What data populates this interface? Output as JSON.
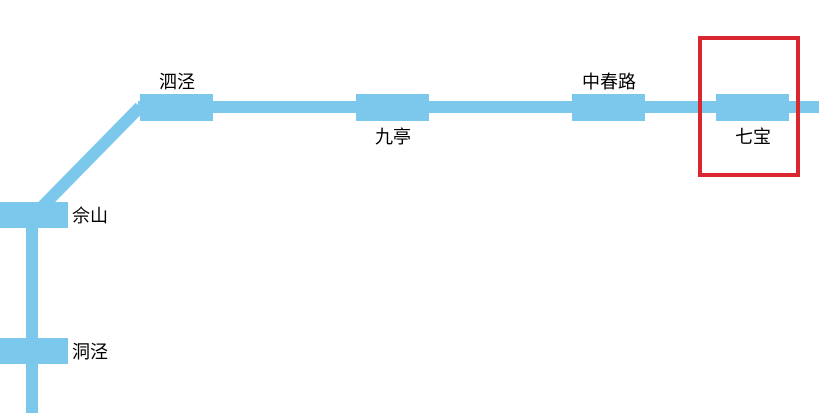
{
  "line_color": "#7cc8ec",
  "highlight_color": "#d9262f",
  "label_color": "#000000",
  "stations": [
    {
      "id": "sijing",
      "name": "泗泾"
    },
    {
      "id": "jiuting",
      "name": "九亭"
    },
    {
      "id": "zhongchunlu",
      "name": "中春路"
    },
    {
      "id": "qibao",
      "name": "七宝",
      "highlighted": true
    },
    {
      "id": "sheshan",
      "name": "佘山"
    },
    {
      "id": "dongjing",
      "name": "洞泾"
    }
  ]
}
